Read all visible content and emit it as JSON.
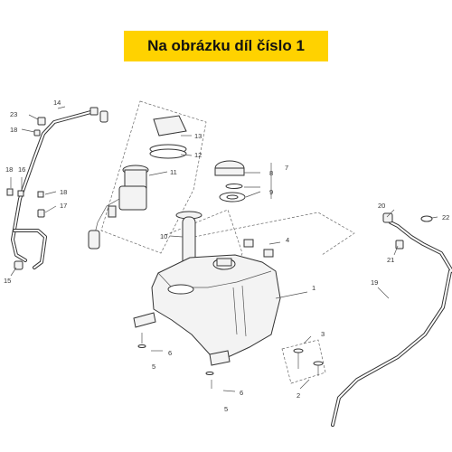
{
  "banner": {
    "text": "Na obrázku díl číslo 1"
  },
  "callouts": {
    "n1": "1",
    "n2": "2",
    "n3": "3",
    "n4": "4",
    "n5a": "5",
    "n5b": "5",
    "n6a": "6",
    "n6b": "6",
    "n7": "7",
    "n8": "8",
    "n9": "9",
    "n10": "10",
    "n11": "11",
    "n12": "12",
    "n13": "13",
    "n14": "14",
    "n15": "15",
    "n16": "16",
    "n17": "17",
    "n18a": "18",
    "n18b": "18",
    "n18c": "18",
    "n19": "19",
    "n20": "20",
    "n21": "21",
    "n22": "22",
    "n23": "23"
  }
}
